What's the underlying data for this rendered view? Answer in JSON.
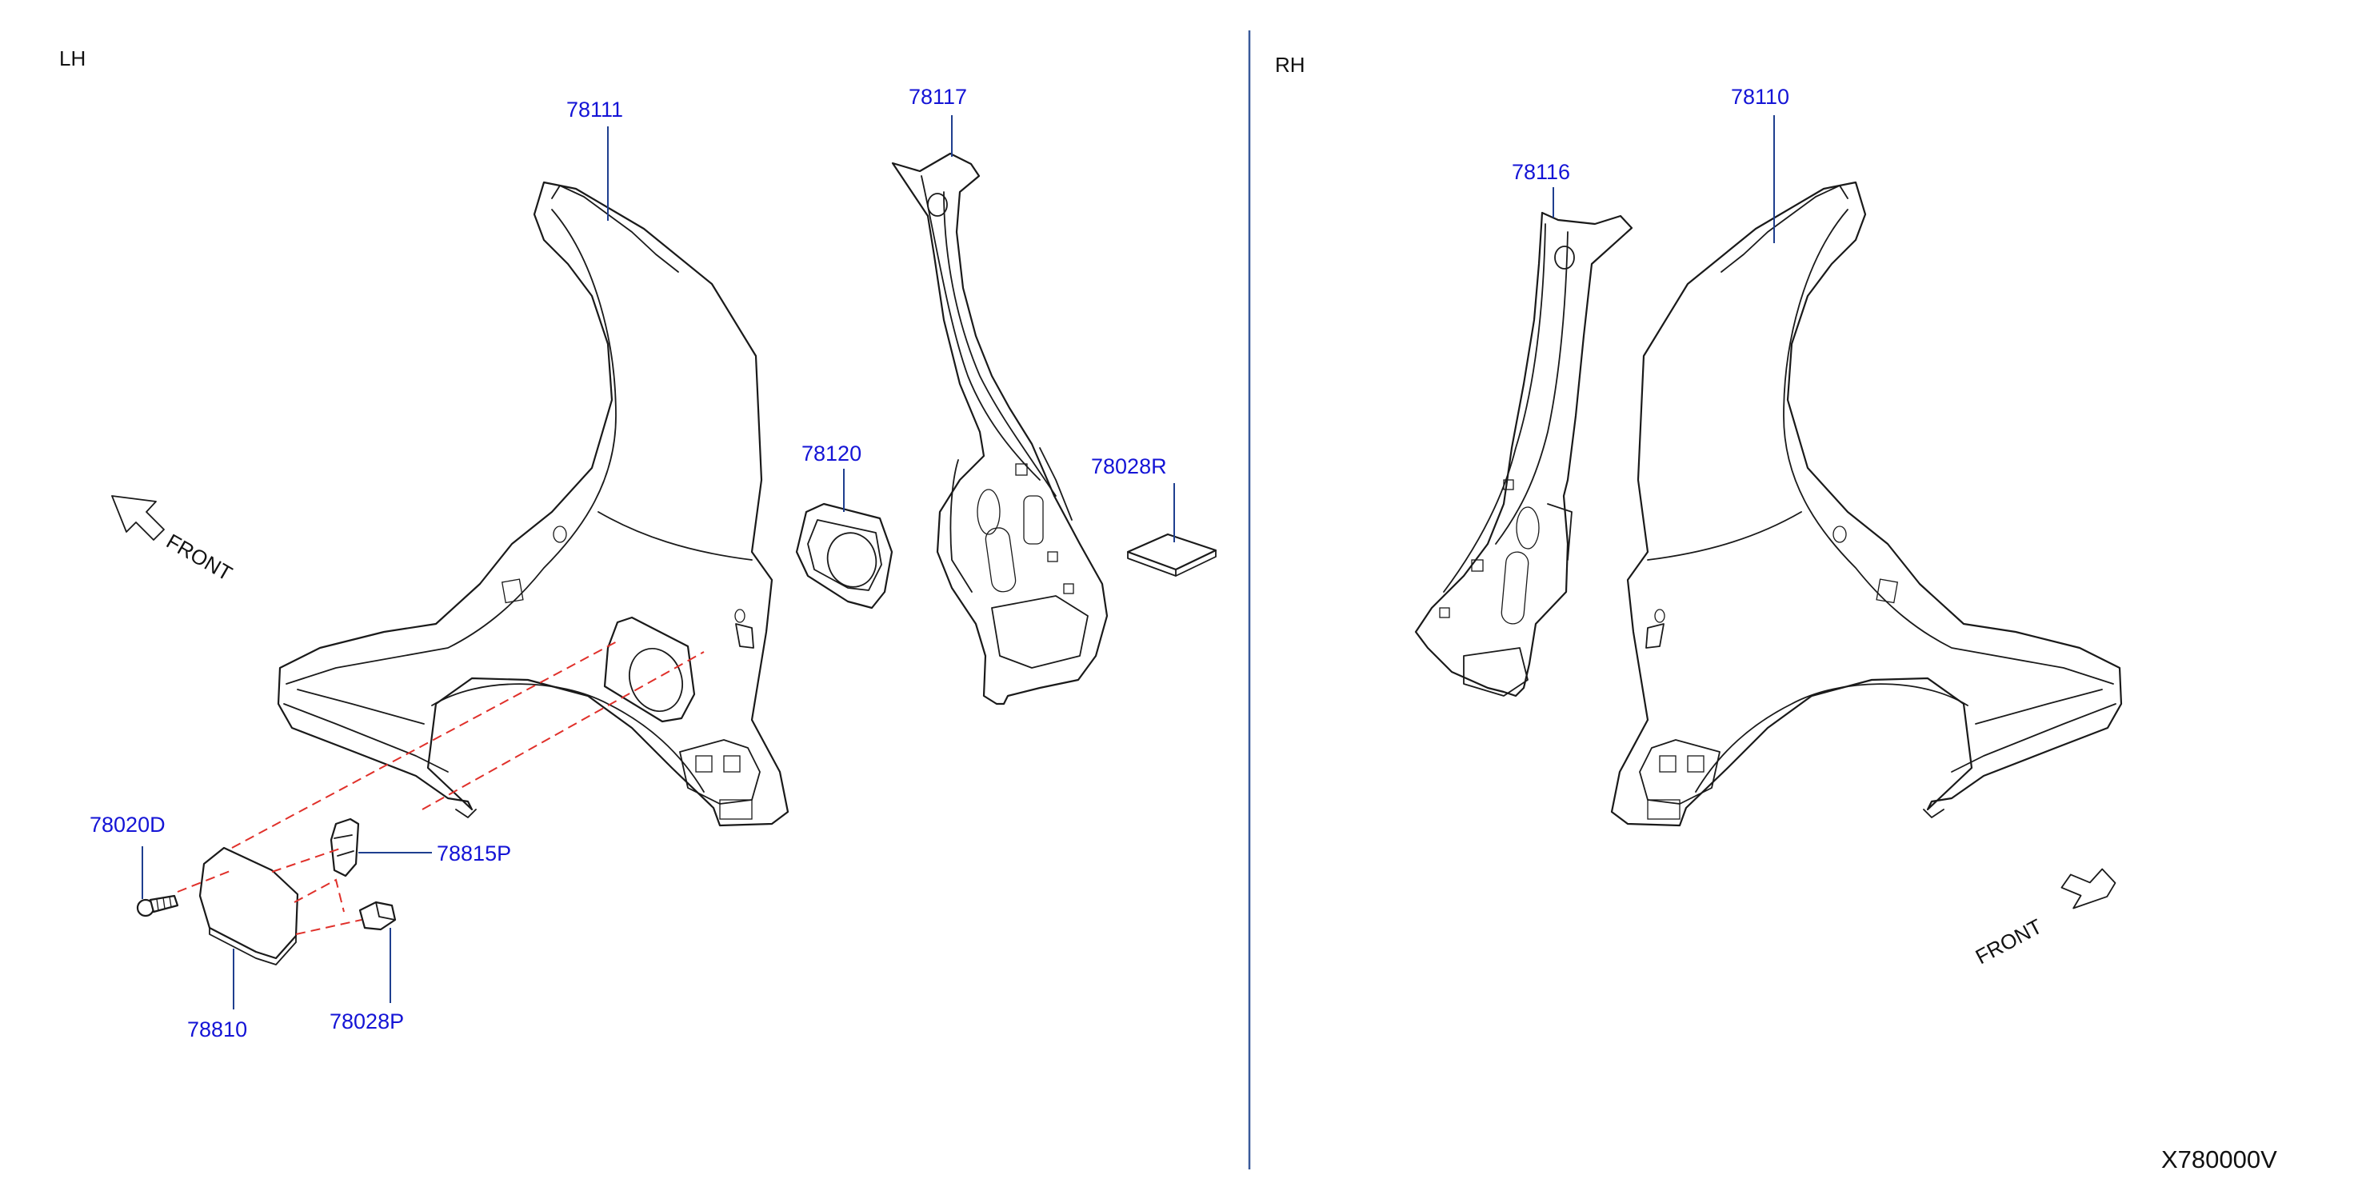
{
  "diagram": {
    "sides": {
      "left": "LH",
      "right": "RH"
    },
    "front_label": "FRONT",
    "code": "X780000V",
    "colors": {
      "callout": "#1414d6",
      "leader": "#1f3f8f",
      "divider": "#3a5a9a",
      "dashed_line": "#e0302a",
      "outline": "#1a1a1a"
    },
    "callouts": {
      "p78111": "78111",
      "p78117": "78117",
      "p78120": "78120",
      "p78028r": "78028R",
      "p78020d": "78020D",
      "p78815p": "78815P",
      "p78810": "78810",
      "p78028p": "78028P",
      "p78116": "78116",
      "p78110": "78110"
    }
  }
}
